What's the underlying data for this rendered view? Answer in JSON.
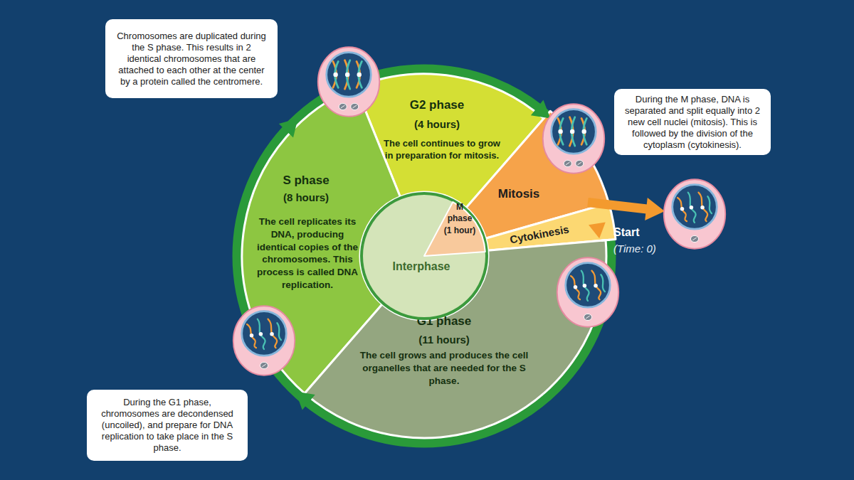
{
  "diagram": {
    "nodes": [
      {
        "text": [
          "Chromosomes are duplicated during the S phase. This results in 2 identical chromosomes that are attached to each other at the center by a protein called the centromere."
        ]
      },
      {
        "text": [
          "G2 phase",
          "(4 hours)",
          "The cell continues to grow in preparation for mitosis."
        ]
      },
      {
        "text": [
          "During the M phase, DNA is separated and split equally into 2 new cell nuclei (mitosis). This is followed by the division of the cytoplasm (cytokinesis)."
        ]
      },
      {
        "text": [
          "S phase",
          "(8 hours)",
          "The cell replicates its DNA, producing identical copies of the chromosomes. This process is called DNA replication."
        ]
      },
      {
        "text": [
          "Mitosis"
        ]
      },
      {
        "text": [
          "Interphase"
        ]
      },
      {
        "text": [
          "M phase",
          "(1 hour)"
        ],
        "in": 5
      },
      {
        "text": [
          "Cytokinesis"
        ]
      },
      {
        "text": [
          "G1 phase",
          "(11 hours)",
          "The cell grows and produces the cell organelles that are needed for the S phase."
        ]
      },
      {
        "text": [
          "During the G1 phase, chromosomes are decondensed (uncoiled), and prepare for DNA replication to take place in the S phase."
        ]
      }
    ],
    "labels": [
      "Start",
      "(Time: 0)"
    ]
  }
}
